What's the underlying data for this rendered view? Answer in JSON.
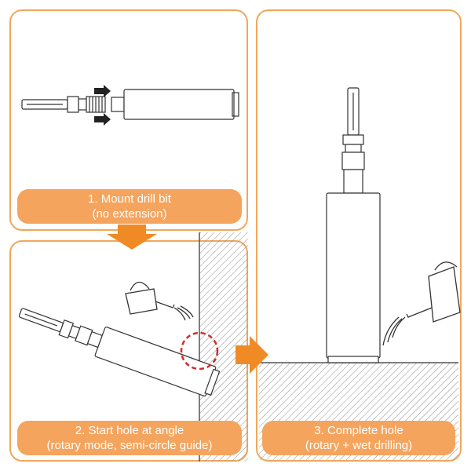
{
  "steps": [
    {
      "title": "1. Mount drill bit",
      "subtitle": "(no extension)"
    },
    {
      "title": "2. Start hole at angle",
      "subtitle": "(rotary mode, semi-circle guide)"
    },
    {
      "title": "3. Complete hole",
      "subtitle": "(rotary + wet drilling)"
    }
  ],
  "colors": {
    "accent": "#f5a45d",
    "border": "#f0a75c",
    "arrow": "#f08a25",
    "guide": "#d62a2a"
  },
  "icons": [
    "sds-shank-icon",
    "core-bit-icon",
    "push-arrow-icon",
    "watering-can-icon",
    "hatched-wall-icon",
    "direction-arrow-icon",
    "semi-circle-guide-icon"
  ]
}
